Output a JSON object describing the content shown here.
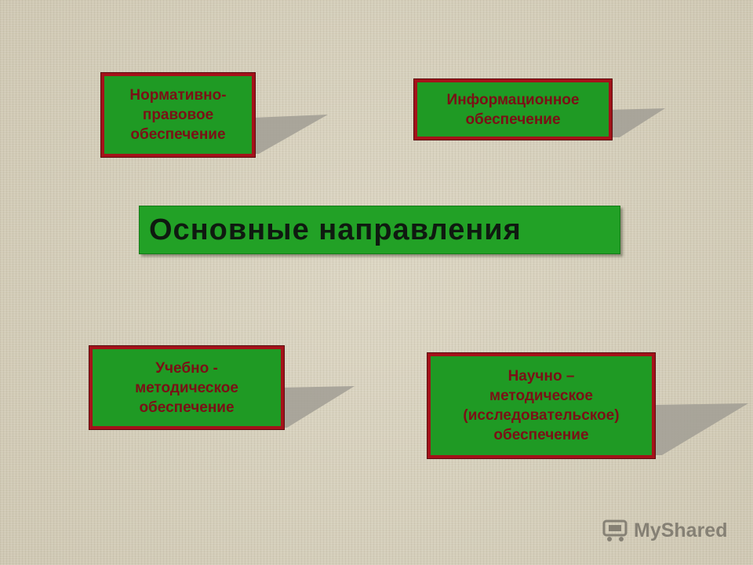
{
  "center": {
    "title": "Основные направления"
  },
  "boxes": [
    {
      "label": "Нормативно-\nправовое\nобеспечение"
    },
    {
      "label": "Информационное\nобеспечение"
    },
    {
      "label": "Учебно -\nметодическое\nобеспечение"
    },
    {
      "label": "Научно –\nметодическое\n(исследовательское)\nобеспечение"
    }
  ],
  "watermark": {
    "text": "MyShared"
  },
  "colors": {
    "box_fill": "#1f9a24",
    "box_border": "#a4121a",
    "box_text": "#7b1016",
    "center_fill": "#22a126",
    "background": "#d6d0bc"
  }
}
